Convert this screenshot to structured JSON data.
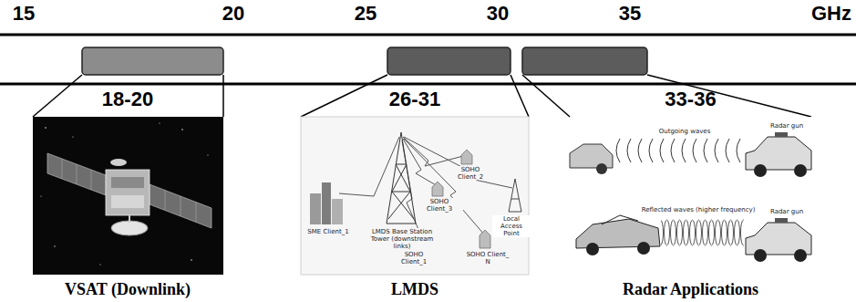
{
  "diagram": {
    "nodes": [
      {
        "text": [
          "18-20",
          "VSAT (Downlink)"
        ]
      },
      {
        "text": [
          "26-31",
          "LMDS"
        ]
      },
      {
        "text": [
          "33-36",
          "Radar Applications"
        ]
      }
    ],
    "labels": [
      "15",
      "20",
      "25",
      "30",
      "35",
      "GHz",
      "SME Client_1",
      "LMDS Base Station Tower (downstream links)",
      "SOHO Client_2",
      "SOHO Client_3",
      "SOHO Client_1",
      "SOHO Client_ N",
      "Local Access Point",
      "Outgoing waves",
      "Radar gun",
      "Reflected waves (higher frequency)",
      "Radar gun"
    ]
  }
}
